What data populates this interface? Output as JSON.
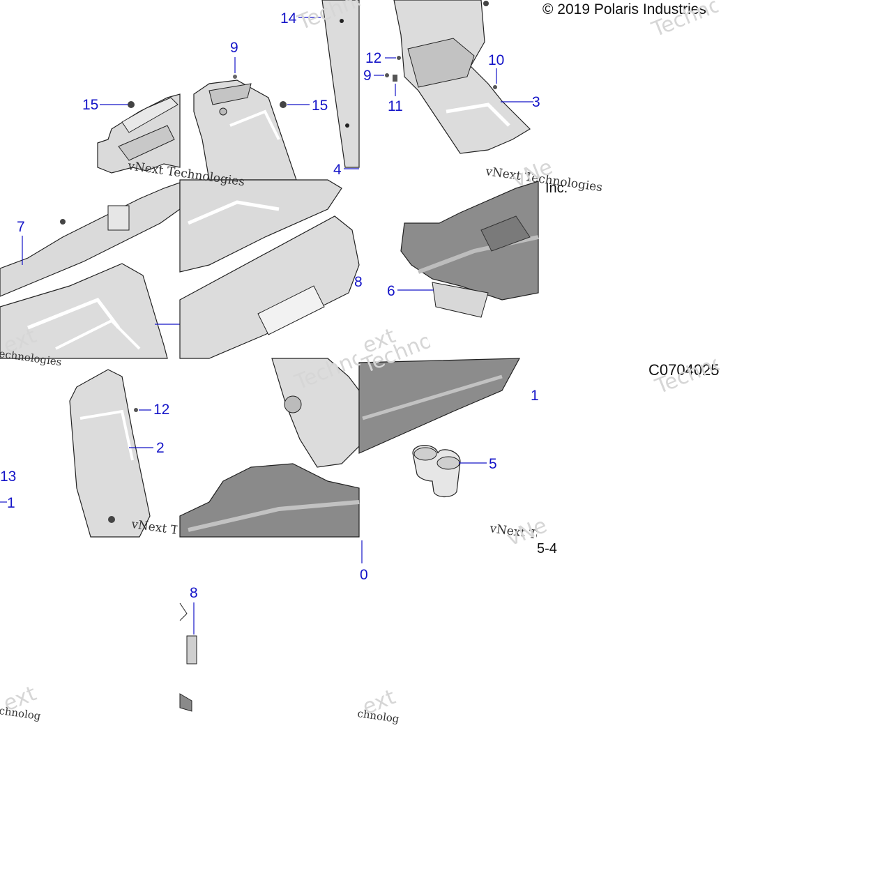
{
  "copyright": "© 2019 Polaris Industries",
  "copyright_tail": "Inc.",
  "diagram_code": "C0704025",
  "page_ref": "5-4",
  "watermarks": {
    "small": "vNext Technologies",
    "small_fragment": "echnologies",
    "small_fragment2": "chnolog",
    "large": "Technologies",
    "large_fragment": "vNe",
    "large_fragment2": "ext"
  },
  "callouts": {
    "c14": "14",
    "c9a": "9",
    "c15a": "15",
    "c15b": "15",
    "c12a": "12",
    "c9b": "9",
    "c11": "11",
    "c10a": "10",
    "c3": "3",
    "c4": "4",
    "c7": "7",
    "c8a": "8",
    "c6": "6",
    "c12b": "12",
    "c2": "2",
    "c13": "13",
    "c1a": "1",
    "c1b": "1",
    "c5": "5",
    "c10b": "0",
    "c8b": "8"
  },
  "colors": {
    "callout": "#1414c8",
    "part_light": "#d9d9d9",
    "part_dark": "#8a8a8a",
    "outline": "#222222"
  }
}
